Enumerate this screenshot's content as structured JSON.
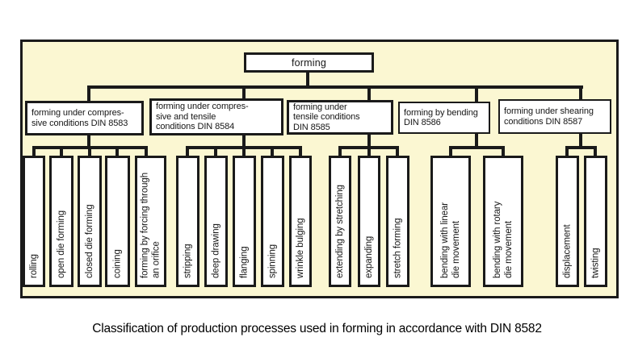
{
  "diagram": {
    "root_label": "forming",
    "categories": [
      {
        "label": "forming under compres-\nsive conditions DIN 8583"
      },
      {
        "label": "forming under compres-\nsive and tensile\nconditions DIN 8584"
      },
      {
        "label": "forming under\ntensile conditions\nDIN 8585"
      },
      {
        "label": "forming by bending\nDIN 8586"
      },
      {
        "label": "forming under shearing\nconditions DIN 8587"
      }
    ],
    "leaves": [
      [
        "rolling",
        "open die forming",
        "closed die forming",
        "coining",
        "forming by forcing through\nan orifice"
      ],
      [
        "stripping",
        "deep drawing",
        "flanging",
        "spinning",
        "wrinkle bulging"
      ],
      [
        "extending by stretching",
        "expanding",
        "stretch forming"
      ],
      [
        "bending with linear\ndie movement",
        "bending with rotary\ndie movement"
      ],
      [
        "displacement",
        "twisting"
      ]
    ]
  },
  "caption": "Classification of production processes used in forming in accordance with DIN 8582",
  "colors": {
    "panel_background": "#FBF7D2",
    "line": "#1A1A1A",
    "box_background": "#FFFFFF"
  }
}
